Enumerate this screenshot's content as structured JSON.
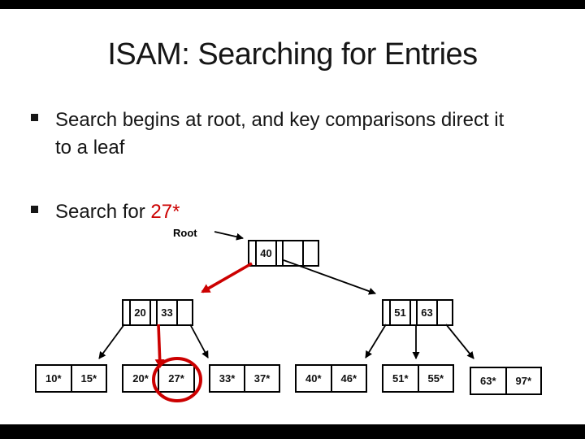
{
  "slide": {
    "title": "ISAM: Searching for Entries",
    "bullet1_line1": "Search begins at root, and key comparisons direct it",
    "bullet1_line2": "to a leaf",
    "bullet2_prefix": "Search for ",
    "bullet2_value": "27*"
  },
  "diagram": {
    "root_label": "Root",
    "root_node": {
      "key1": "40",
      "key2": ""
    },
    "left_node": {
      "key1": "20",
      "key2": "33"
    },
    "right_node": {
      "key1": "51",
      "key2": "63"
    },
    "leaves": [
      {
        "cell1": "10*",
        "cell2": "15*"
      },
      {
        "cell1": "20*",
        "cell2": "27*"
      },
      {
        "cell1": "33*",
        "cell2": "37*"
      },
      {
        "cell1": "40*",
        "cell2": "46*"
      },
      {
        "cell1": "51*",
        "cell2": "55*"
      },
      {
        "cell1": "63*",
        "cell2": "97*"
      }
    ],
    "highlighted_entry": "27*"
  },
  "colors": {
    "search_path_red": "#cc0000",
    "line_black": "#000000",
    "background": "#ffffff"
  }
}
